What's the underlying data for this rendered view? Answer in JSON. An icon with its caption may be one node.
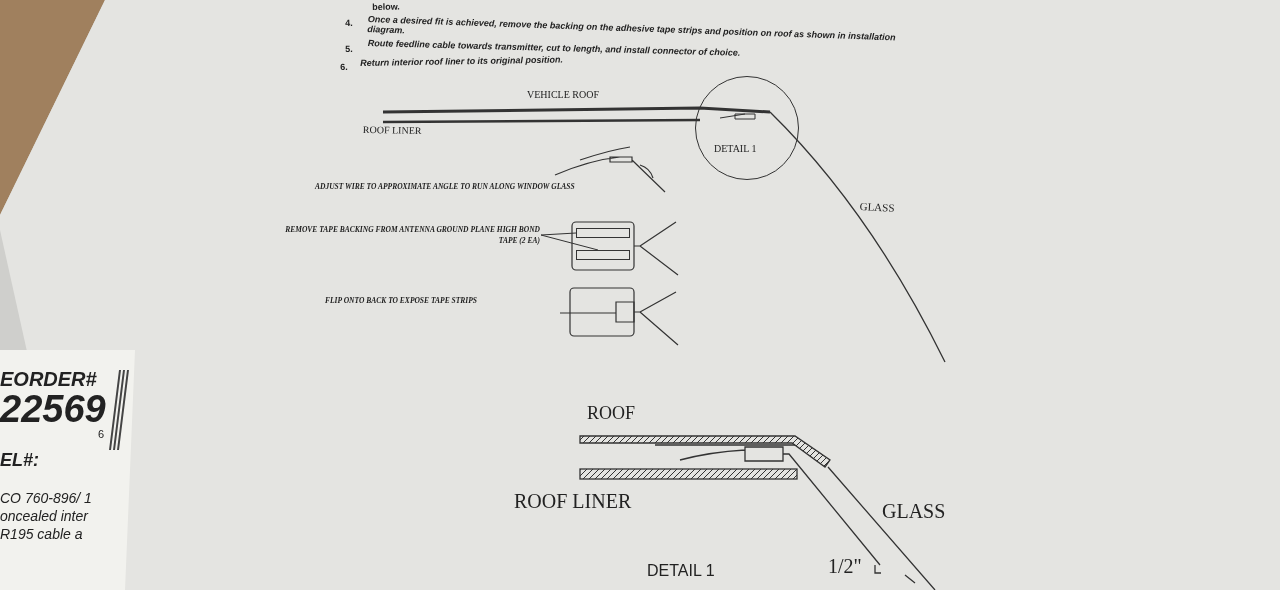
{
  "diagram": {
    "nodes": [
      {
        "text": [
          "REMOVE TAPE BACKING FROM ANTENNA GROUND PLANE HIGH BOND TAPE (2 EA)"
        ]
      },
      {
        "text": [],
        "shape": "bar"
      },
      {
        "text": [],
        "shape": "bar"
      },
      {
        "text": [
          "DETAIL 1"
        ]
      }
    ],
    "edges": [
      {
        "from": 0,
        "to": 1,
        "arrow": "none"
      },
      {
        "from": 0,
        "to": 2,
        "arrow": "none"
      }
    ],
    "labels": [
      "below.",
      "4.",
      "Once a desired fit is achieved, remove the backing on the adhesive tape strips and position on roof as shown in installation diagram.",
      "5.",
      "Route feedline cable towards transmitter, cut to length, and install connector of choice.",
      "6.",
      "Return interior roof liner to its original position.",
      "VEHICLE ROOF",
      "ROOF LINER",
      "GLASS",
      "ADJUST WIRE TO APPROXIMATE ANGLE TO RUN ALONG WINDOW GLASS",
      "FLIP ONTO BACK TO EXPOSE TAPE STRIPS",
      "ROOF",
      "ROOF LINER",
      "GLASS",
      "1/2\"",
      "DETAIL 1",
      "EORDER#",
      "22569",
      "6",
      "EL#:",
      "CO 760-896/ 1",
      "oncealed inter",
      "R195 cable a"
    ]
  }
}
